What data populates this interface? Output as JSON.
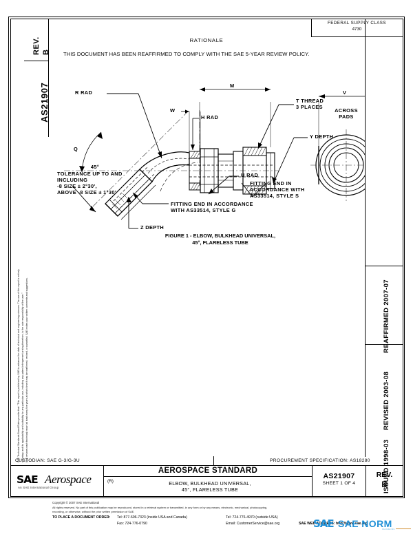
{
  "document": {
    "number": "AS21907",
    "revision": "B",
    "federal_supply_class_label": "FEDERAL SUPPLY CLASS",
    "federal_supply_class_value": "4730",
    "rev_label": "REV."
  },
  "rationale": {
    "title": "RATIONALE",
    "text": "THIS DOCUMENT HAS BEEN REAFFIRMED TO COMPLY WITH THE SAE 5-YEAR REVIEW POLICY."
  },
  "dates": {
    "reaffirmed": "REAFFIRMED 2007-07",
    "revised": "REVISED 2003-08",
    "issued": "ISSUED 1998-03"
  },
  "legal_strip": [
    "SAE Technical Standards Board Rules provide that: \"This report is published by SAE to advance the state of technical and engineering sciences. The use of this report is entirely",
    "voluntary, and its applicability and suitability for any particular use, including any patent infringement arising therefrom, is the sole responsibility of the user.\"",
    "SAE reviews each technical report at least every five years at which time it may be reaffirmed, revised, or cancelled. SAE invites your written comments and suggestions."
  ],
  "drawing": {
    "labels": {
      "r_rad": "R RAD",
      "q": "Q",
      "m": "M",
      "w": "W",
      "h_rad": "H RAD",
      "t_thread": "T THREAD\n3 PLACES",
      "y_depth": "Y DEPTH",
      "u_rad": "U RAD",
      "z_depth": "Z DEPTH",
      "v": "V",
      "across_pads": "ACROSS\nPADS",
      "angle_45": "45°",
      "tolerance": "TOLERANCE UP TO AND\nINCLUDING\n-8 SIZE ± 2°30',\nABOVE -8 SIZE ± 1°30'",
      "fitting_end_s": "FITTING END IN\nACCORDANCE WITH\nAS33514, STYLE S",
      "fitting_end_g": "FITTING END IN ACCORDANCE\nWITH AS33514, STYLE G"
    },
    "caption": "FIGURE 1 - ELBOW, BULKHEAD UNIVERSAL,\n45°, FLARELESS TUBE"
  },
  "title_block": {
    "custodian": "CUSTODIAN: SAE G-3/G-3U",
    "procurement": "PROCUREMENT SPECIFICATION: AS18280",
    "aerospace_standard": "AEROSPACE STANDARD",
    "title_prefix": "(R)",
    "title": "ELBOW, BULKHEAD UNIVERSAL,\n45°, FLARELESS TUBE",
    "as_number": "AS21907",
    "sheet": "SHEET 1 OF 4",
    "rev_label": "REV.",
    "rev_value": "B",
    "logo_mark": "SAE",
    "logo_word": "Aerospace",
    "logo_tag": "An SAE International Group"
  },
  "footer": {
    "copyright": "Copyright © 2007 SAE International",
    "rights1": "All rights reserved. No part of this publication may be reproduced, stored in a retrieval system or transmitted, in any form or by any means, electronic, mechanical, photocopying,",
    "rights2": "recording, or otherwise, without the prior written permission of SAE.",
    "order_label": "TO PLACE A DOCUMENT ORDER:",
    "tel_inside": "Tel: 877-606-7323 (inside USA and Canada)",
    "fax": "Fax: 724-776-0790",
    "tel_outside": "Tel: 724-776-4970 (outside USA)",
    "email": "Email: CustomerService@sae.org",
    "web": "SAE WEB ADDRESS: http://www.sae.org"
  },
  "watermark": {
    "mark": "SAE",
    "text": "SAE NORM",
    "sub": "standards"
  },
  "colors": {
    "ink": "#000000",
    "watermark_blue": "#1f8fd6",
    "paper": "#ffffff"
  }
}
